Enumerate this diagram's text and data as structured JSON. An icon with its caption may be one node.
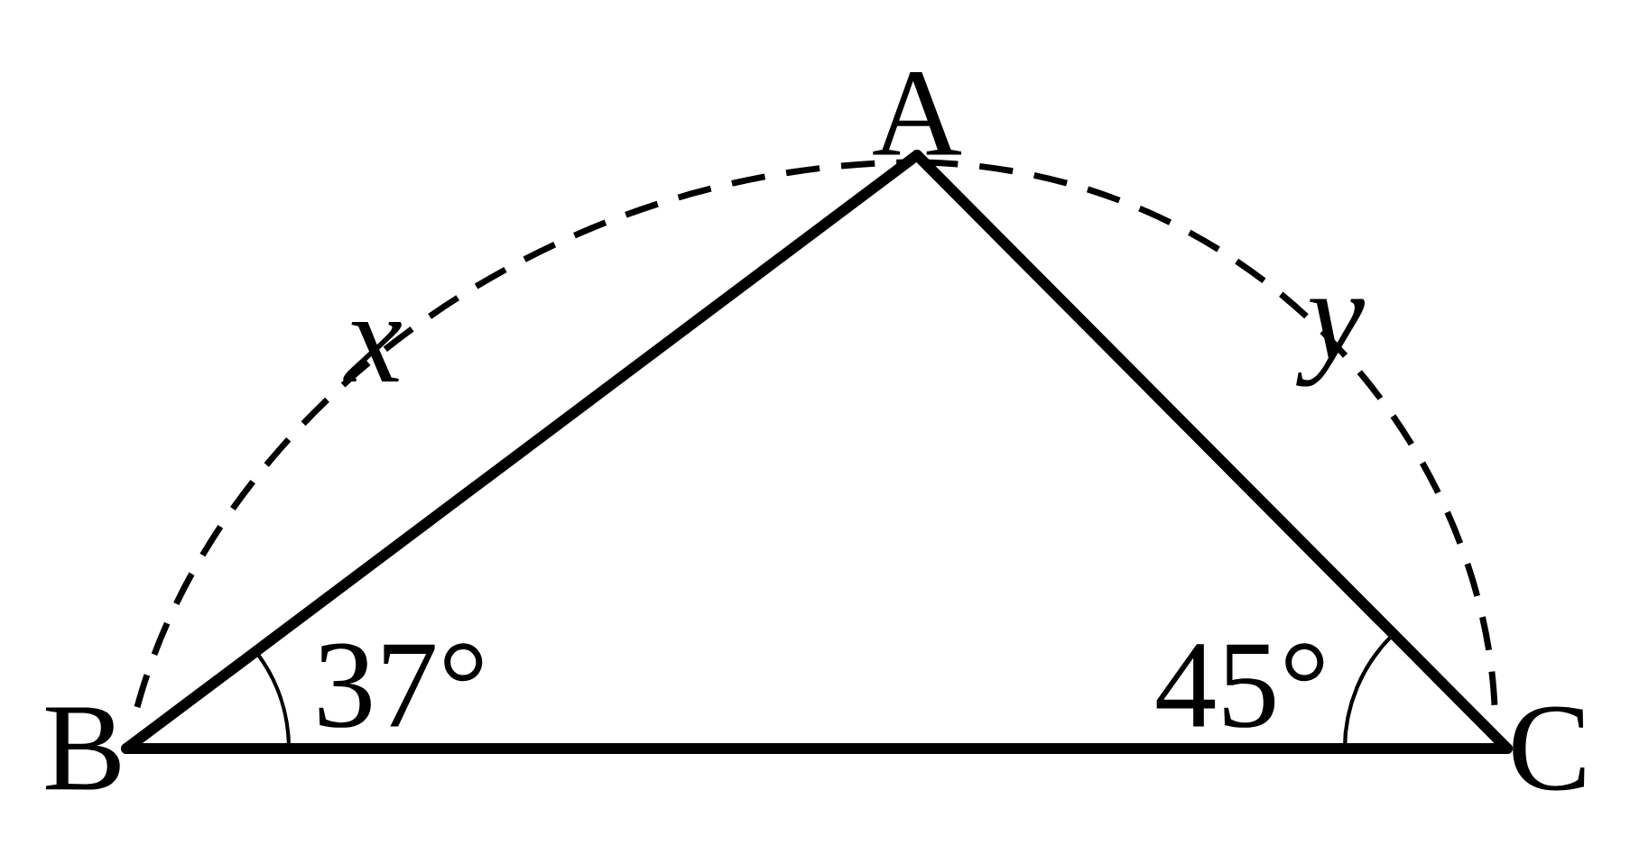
{
  "diagram": {
    "nodes": [
      {
        "text": [
          "A"
        ]
      },
      {
        "text": [
          "B"
        ]
      },
      {
        "text": [
          "C"
        ]
      }
    ],
    "edges": [
      {
        "from": 1,
        "to": 0,
        "arrow": "none"
      },
      {
        "from": 0,
        "to": 2,
        "arrow": "none"
      },
      {
        "from": 1,
        "to": 2,
        "arrow": "none"
      }
    ],
    "labels": [
      "x",
      "y",
      "37°",
      "45°"
    ]
  }
}
